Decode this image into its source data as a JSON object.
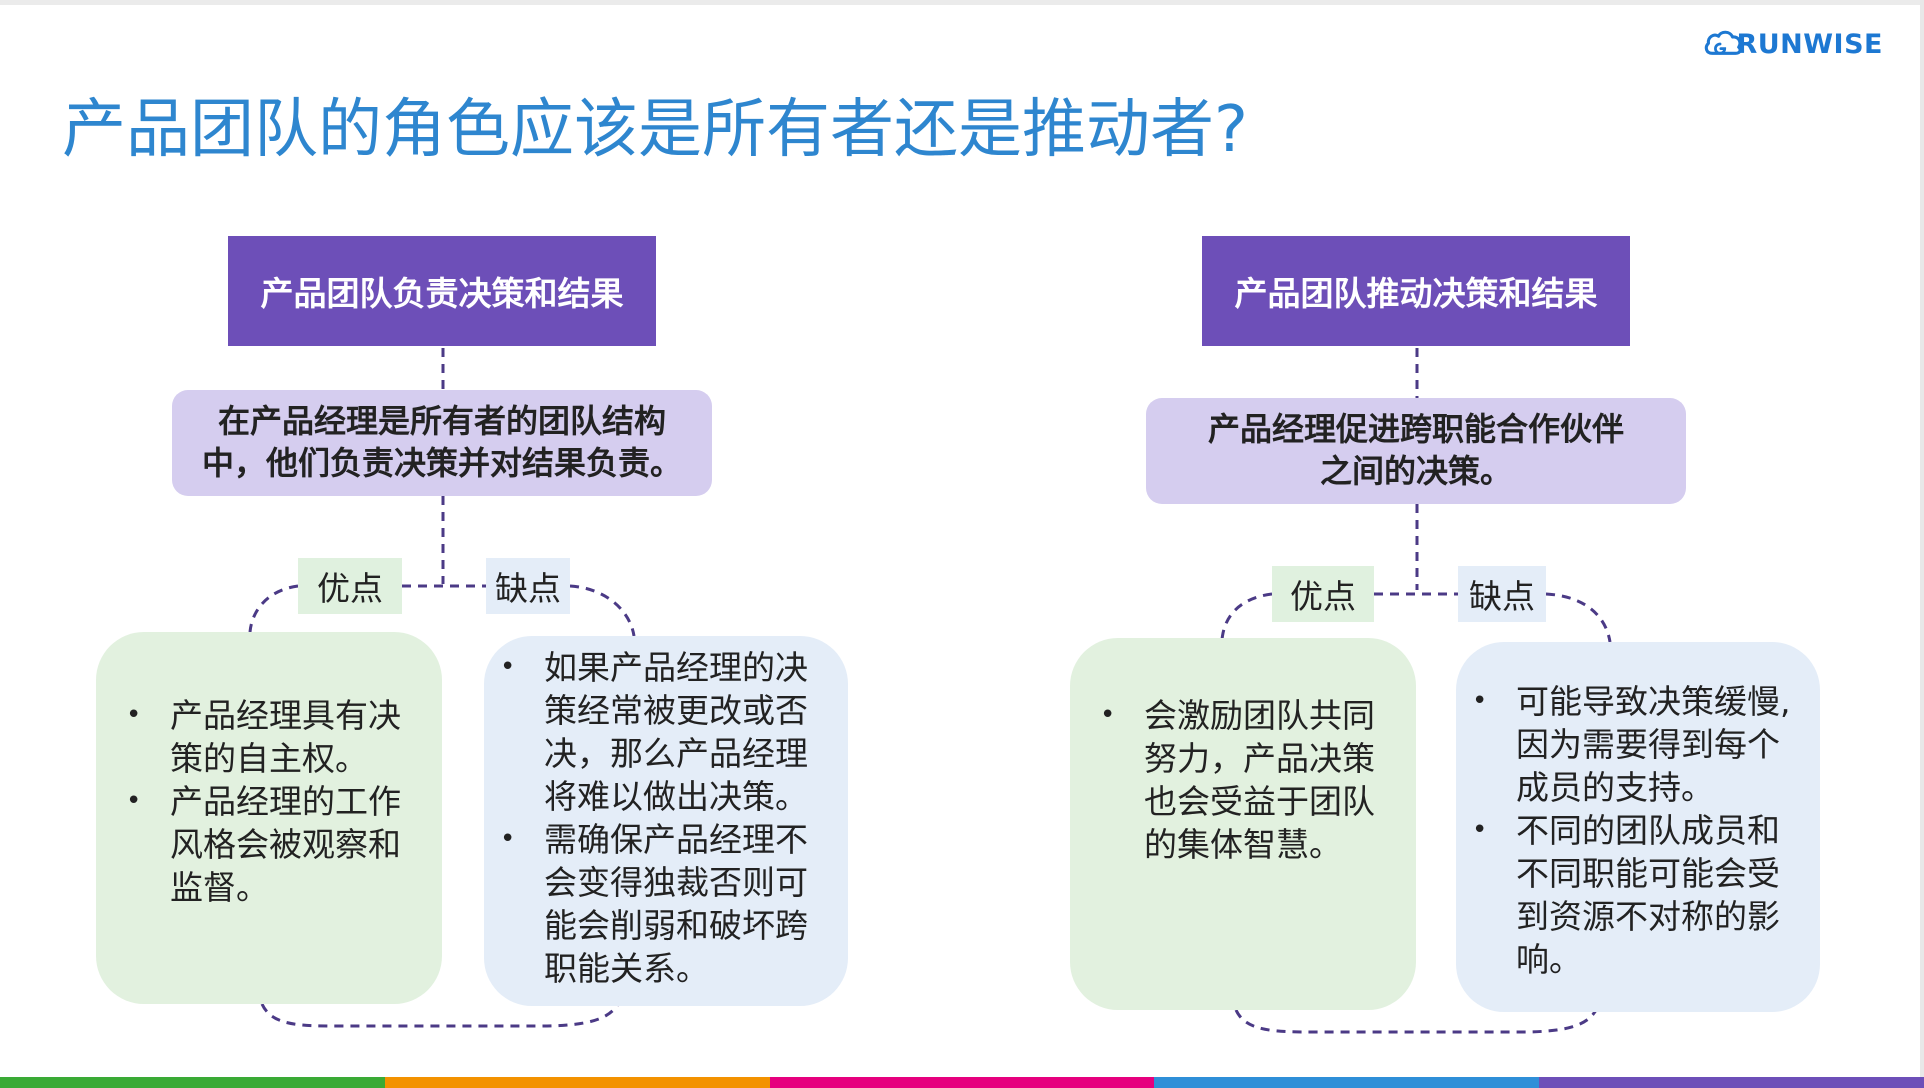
{
  "title": "产品团队的角色应该是所有者还是推动者?",
  "logo": {
    "text": "RUNWISE",
    "icon": "cloud-logo-icon",
    "color": "#1d78d2"
  },
  "left": {
    "heading": "产品团队负责决策和结果",
    "description_lines": [
      "在产品经理是所有者的团队结构",
      "中，他们负责决策并对结果负责。"
    ],
    "pros_label": "优点",
    "cons_label": "缺点",
    "pros": [
      [
        "产品经理具有决",
        "策的自主权。"
      ],
      [
        "产品经理的工作",
        "风格会被观察和",
        "监督。"
      ]
    ],
    "cons": [
      [
        "如果产品经理的决",
        "策经常被更改或否",
        "决，那么产品经理",
        "将难以做出决策。"
      ],
      [
        "需确保产品经理不",
        "会变得独裁否则可",
        "能会削弱和破坏跨",
        "职能关系。"
      ]
    ]
  },
  "right": {
    "heading": "产品团队推动决策和结果",
    "description_lines": [
      "产品经理促进跨职能合作伙伴",
      "之间的决策。"
    ],
    "pros_label": "优点",
    "cons_label": "缺点",
    "pros": [
      [
        "会激励团队共同",
        "努力，产品决策",
        "也会受益于团队",
        "的集体智慧。"
      ]
    ],
    "cons": [
      [
        "可能导致决策缓慢,",
        "因为需要得到每个",
        "成员的支持。"
      ],
      [
        "不同的团队成员和",
        "不同职能可能会受",
        "到资源不对称的影",
        "响。"
      ]
    ]
  },
  "colors": {
    "title": "#2e86cf",
    "heading_bg": "#6d4fb8",
    "description_bg": "#d5cdef",
    "pro_bg": "#e2f1df",
    "con_bg": "#e4edf8",
    "connector": "#4b3a86",
    "bottom_bar": [
      "#3aaa35",
      "#f39200",
      "#e6007e",
      "#2f8fd8",
      "#6d4fb8"
    ]
  }
}
